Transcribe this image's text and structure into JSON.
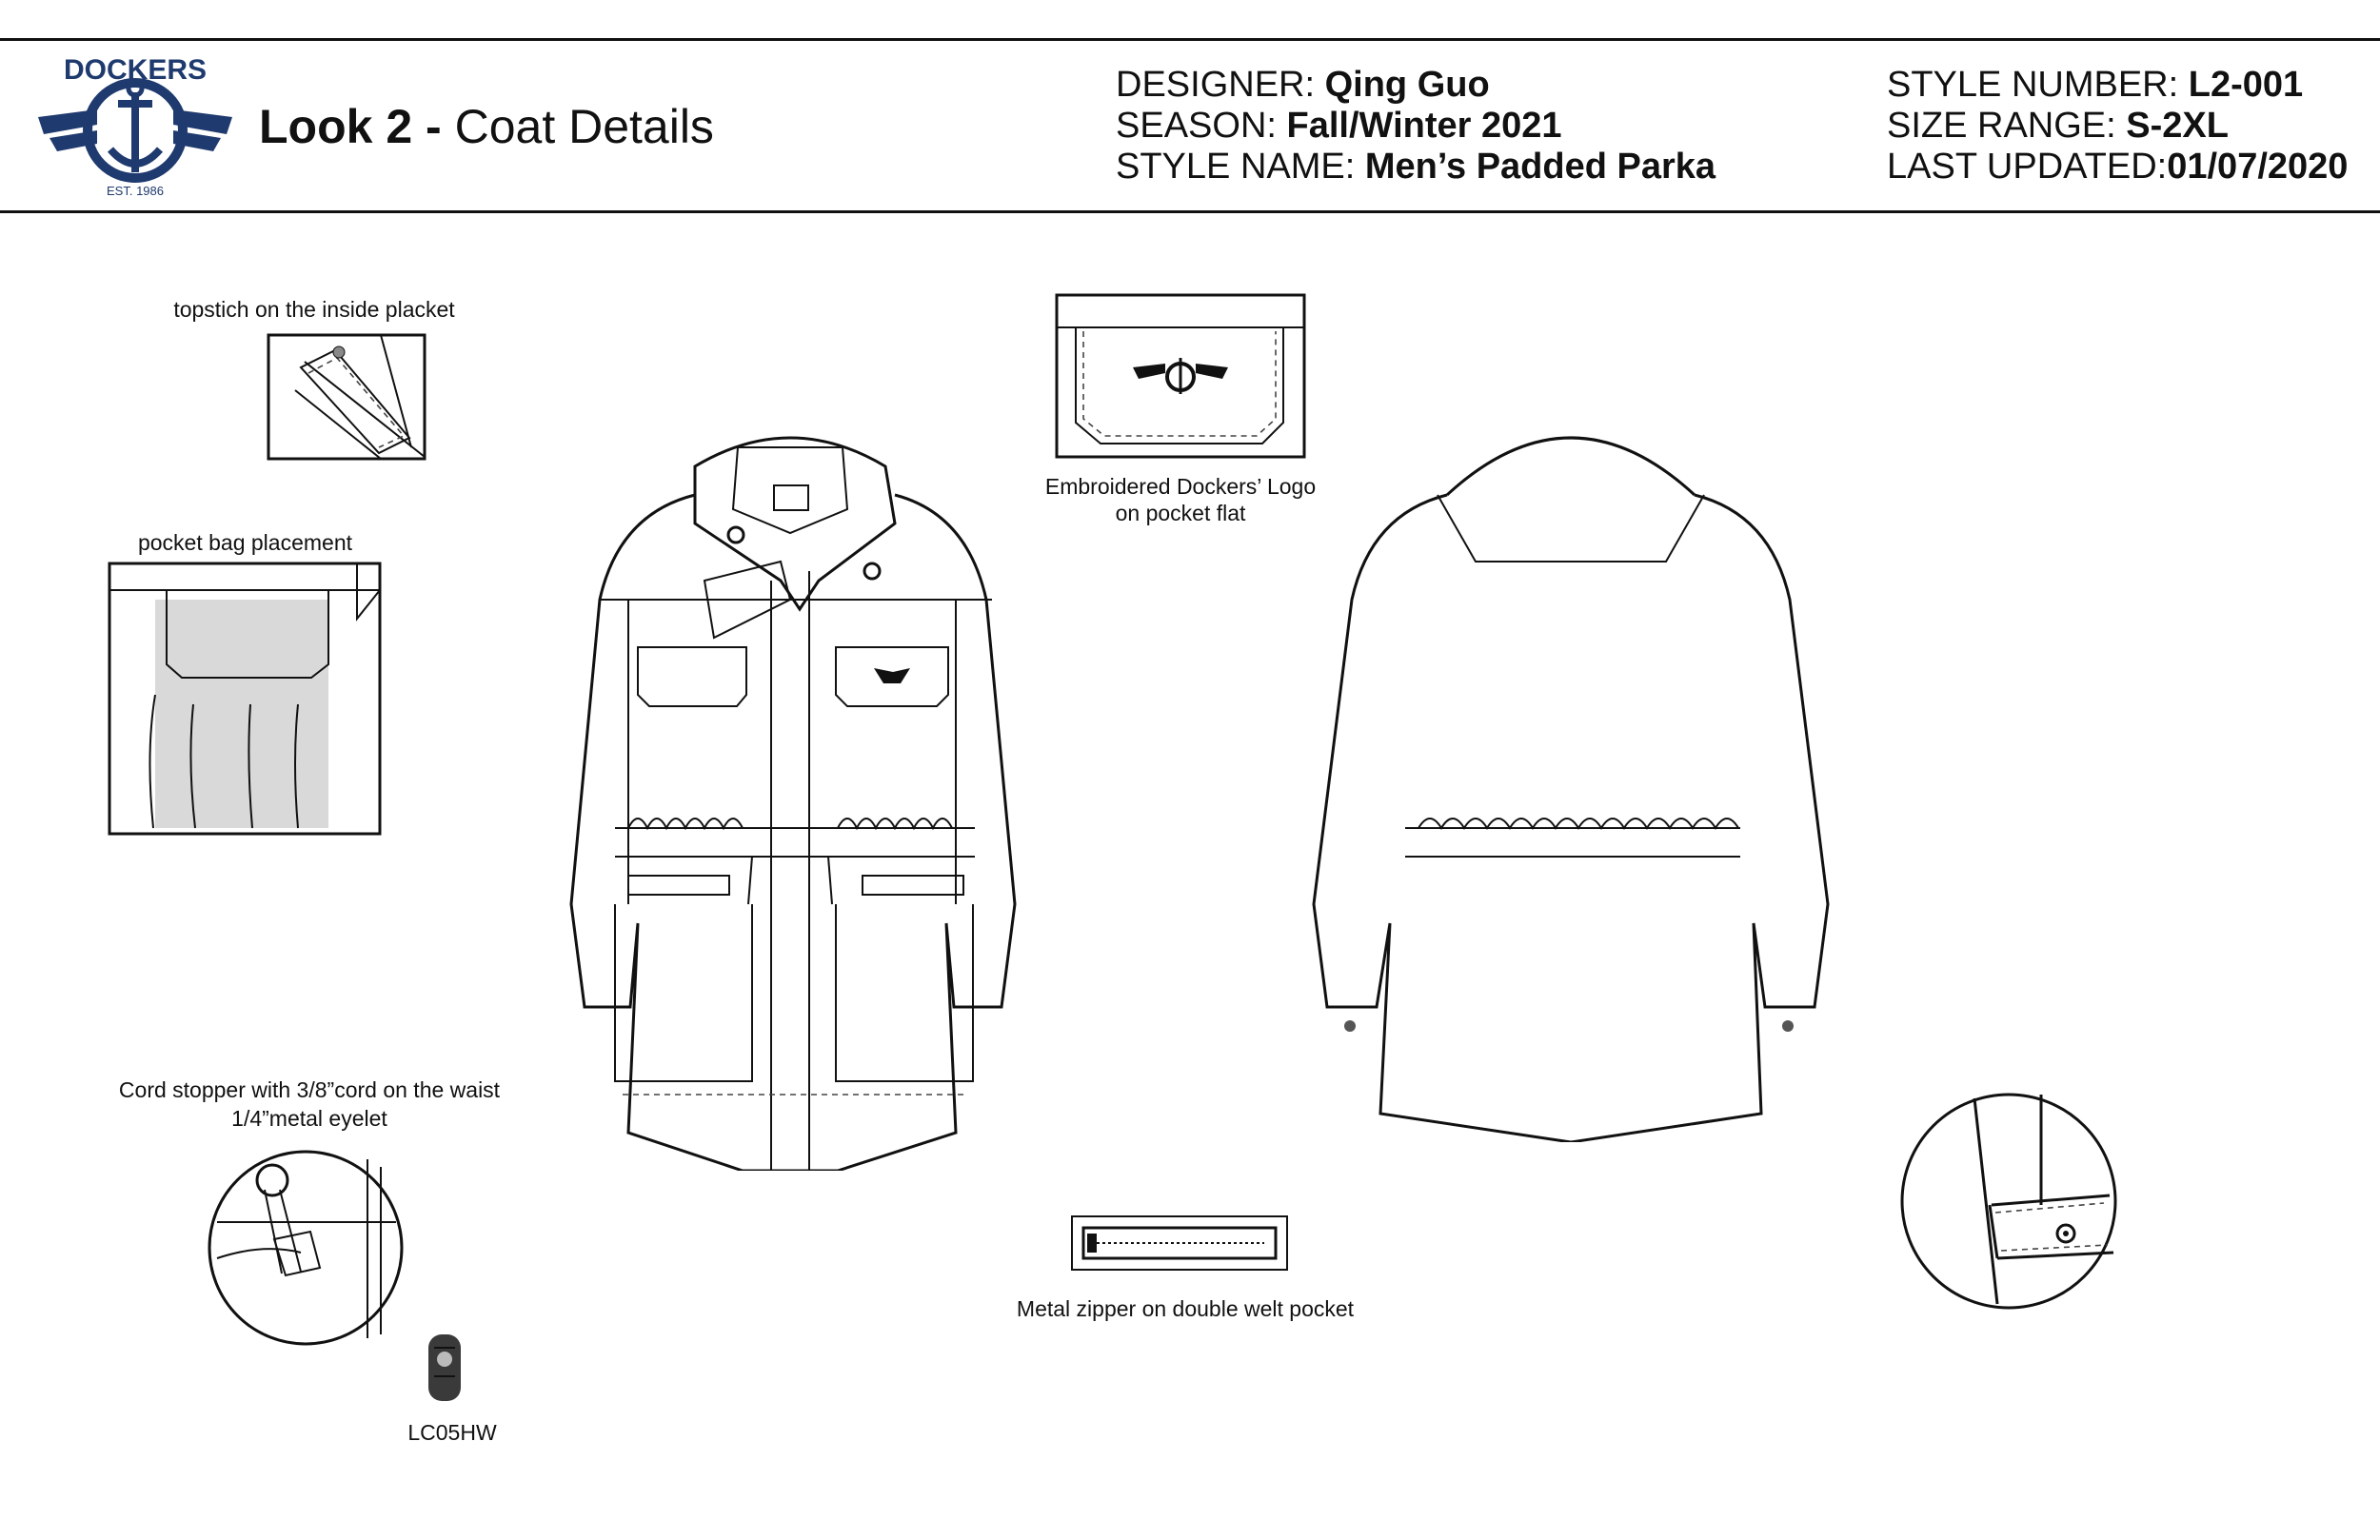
{
  "header": {
    "brand": "DOCKERS",
    "brand_est": "EST. 1986",
    "look_label": "Look 2 -",
    "look_title": "Coat Details",
    "designer_label": "DESIGNER:",
    "designer_value": "Qing Guo",
    "season_label": "SEASON:",
    "season_value": "Fall/Winter 2021",
    "style_name_label": "STYLE NAME:",
    "style_name_value": "Men’s Padded Parka",
    "style_number_label": "STYLE NUMBER:",
    "style_number_value": "L2-001",
    "size_range_label": "SIZE RANGE:",
    "size_range_value": "S-2XL",
    "last_updated_label": "LAST UPDATED:",
    "last_updated_value": "01/07/2020"
  },
  "callouts": {
    "topstitch": "topstich on the inside placket",
    "pocket_bag": "pocket bag placement",
    "logo_line1": "Embroidered Dockers’ Logo",
    "logo_line2": "on pocket flat",
    "cord_line1": "Cord stopper with 3/8”cord on the waist",
    "cord_line2": "1/4”metal eyelet",
    "stopper_code": "LC05HW",
    "zipper": "Metal zipper on double welt pocket"
  },
  "colors": {
    "line": "#111111",
    "pocket_bag_fill": "#d9d9d9",
    "logo_navy": "#1f3a6e"
  }
}
